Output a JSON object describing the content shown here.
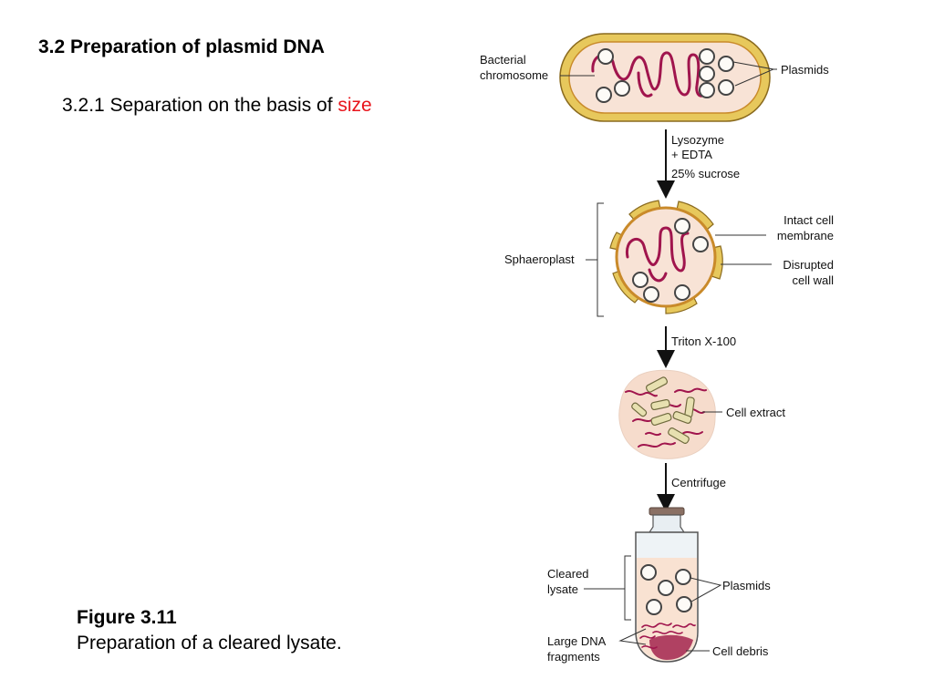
{
  "slide": {
    "title": "3.2 Preparation of plasmid DNA",
    "subtitle_prefix": "3.2.1 Separation on the basis of ",
    "subtitle_highlight": "size"
  },
  "caption": {
    "number": "Figure 3.11",
    "text": "Preparation of a cleared lysate."
  },
  "diagram": {
    "cell_labels": {
      "chromosome_line1": "Bacterial",
      "chromosome_line2": "chromosome",
      "plasmids": "Plasmids"
    },
    "step1": {
      "line1": "Lysozyme",
      "line2": "+ EDTA",
      "line3": "25% sucrose"
    },
    "spheroplast_labels": {
      "name": "Sphaeroplast",
      "membrane_line1": "Intact cell",
      "membrane_line2": "membrane",
      "wall_line1": "Disrupted",
      "wall_line2": "cell wall"
    },
    "step2": {
      "label": "Triton X-100"
    },
    "extract_label": "Cell extract",
    "step3": {
      "label": "Centrifuge"
    },
    "tube_labels": {
      "lysate_line1": "Cleared",
      "lysate_line2": "lysate",
      "plasmids": "Plasmids",
      "fragments_line1": "Large DNA",
      "fragments_line2": "fragments",
      "debris": "Cell debris"
    },
    "colors": {
      "cell_wall": "#e7c85c",
      "cytoplasm": "#f8e3d6",
      "dna": "#a0154d",
      "membrane": "#c98a2a",
      "debris": "#a3244f",
      "tube_cap": "#8a7064"
    }
  }
}
